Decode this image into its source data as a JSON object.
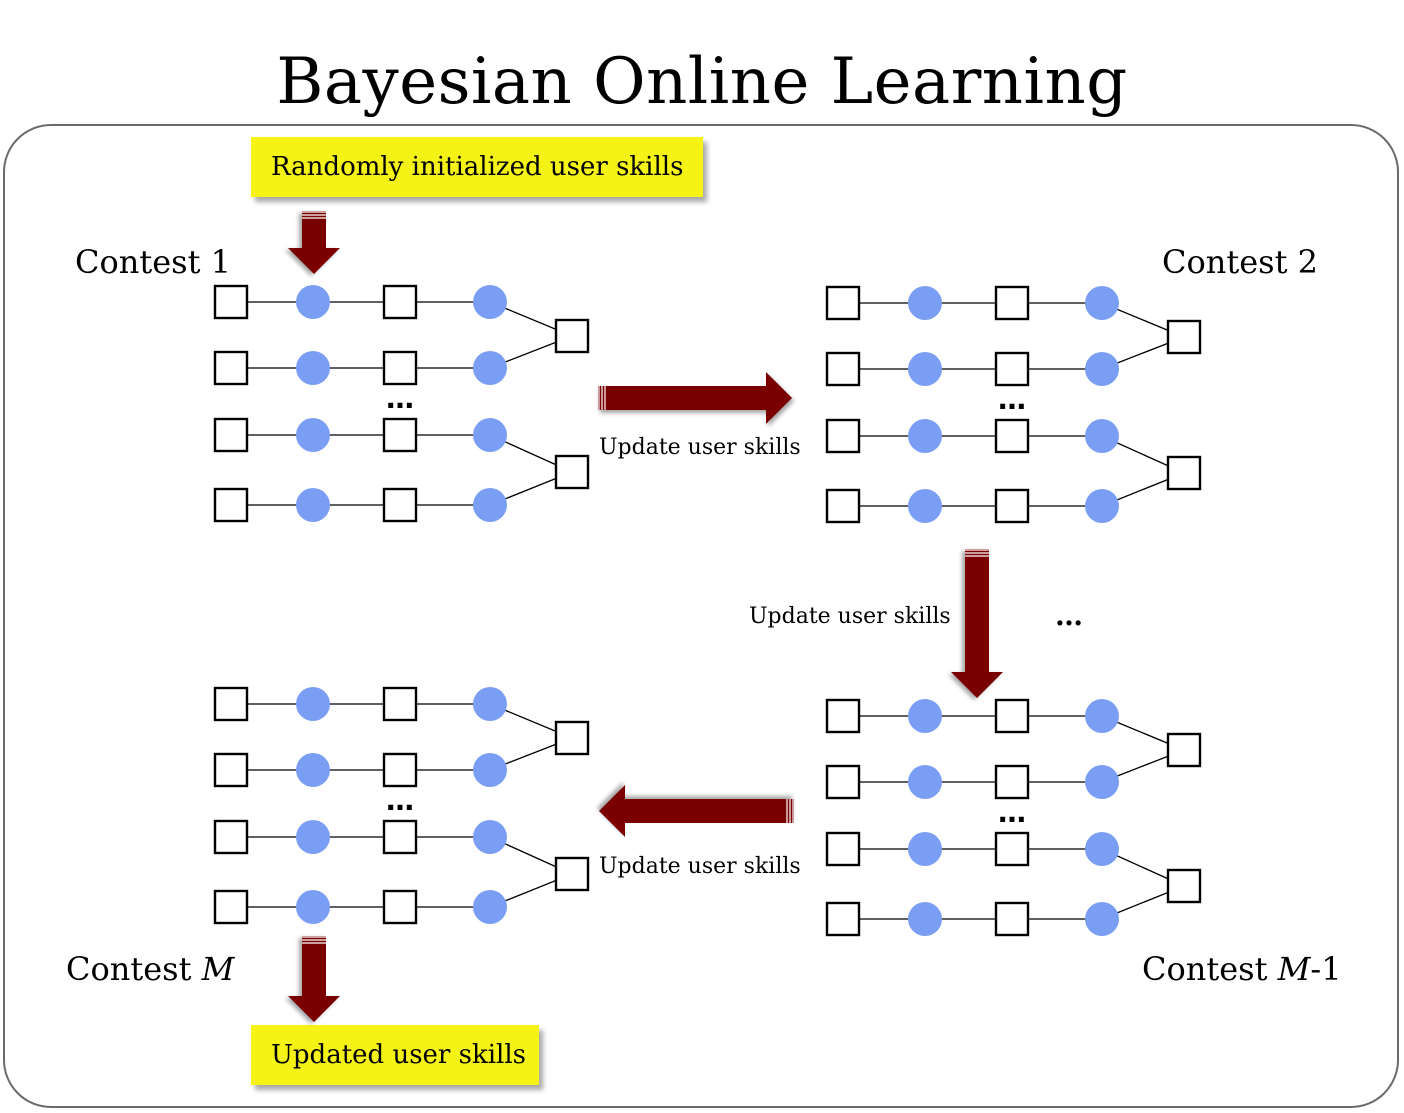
{
  "title": "Bayesian Online Learning",
  "notes": {
    "start": "Randomly initialized user skills",
    "end": "Updated user skills"
  },
  "contests": {
    "c1": {
      "prefix": "Contest ",
      "num": "1",
      "italic": ""
    },
    "c2": {
      "prefix": "Contest ",
      "num": "2",
      "italic": ""
    },
    "cm": {
      "prefix": "Contest ",
      "italic": "M",
      "suffix": ""
    },
    "cm1": {
      "prefix": "Contest ",
      "italic": "M",
      "suffix": "-1"
    }
  },
  "update_label": "Update user skills",
  "ellipsis": "…",
  "colors": {
    "node_fill": "#7b9ef5",
    "arrow": "#7a0000",
    "note_bg": "#f5f215",
    "frame": "#6b6b6b"
  }
}
